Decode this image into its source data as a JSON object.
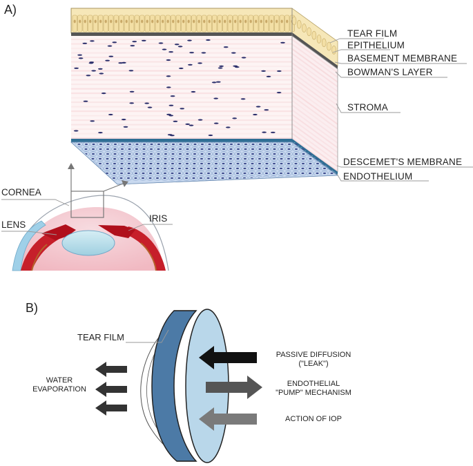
{
  "panel_a": {
    "letter": "A)",
    "layers": [
      {
        "id": "tear-film",
        "label": "TEAR FILM"
      },
      {
        "id": "epithelium",
        "label": "EPITHELIUM"
      },
      {
        "id": "basement-membrane",
        "label": "BASEMENT MEMBRANE"
      },
      {
        "id": "bowmans-layer",
        "label": "BOWMAN'S LAYER"
      },
      {
        "id": "stroma",
        "label": "STROMA"
      },
      {
        "id": "descemets-membrane",
        "label": "DESCEMET'S MEMBRANE"
      },
      {
        "id": "endothelium",
        "label": "ENDOTHELIUM"
      }
    ],
    "eye": {
      "cornea": "CORNEA",
      "lens": "LENS",
      "iris": "IRIS"
    }
  },
  "panel_b": {
    "letter": "B)",
    "tear_film": "TEAR FILM",
    "water_evaporation": [
      "WATER",
      "EVAPORATION"
    ],
    "passive_diffusion": [
      "PASSIVE DIFFUSION",
      "(\"LEAK\")"
    ],
    "endothelial_pump": [
      "ENDOTHELIAL",
      "\"PUMP\" MECHANISM"
    ],
    "action_iop": "ACTION OF IOP"
  },
  "colors": {
    "tear_film": "#f6e7b8",
    "basement": "#555555",
    "stroma_pink": "#f4c9cc",
    "nuclei": "#2b2f6b",
    "endothelium": "#c9d9ef",
    "descemet": "#2f6f95",
    "cornea_dark": "#4c7aa6",
    "cornea_light": "#b9d7ea",
    "arrow_black": "#111111",
    "arrow_dark": "#555555",
    "arrow_gray": "#7a7a7a"
  }
}
